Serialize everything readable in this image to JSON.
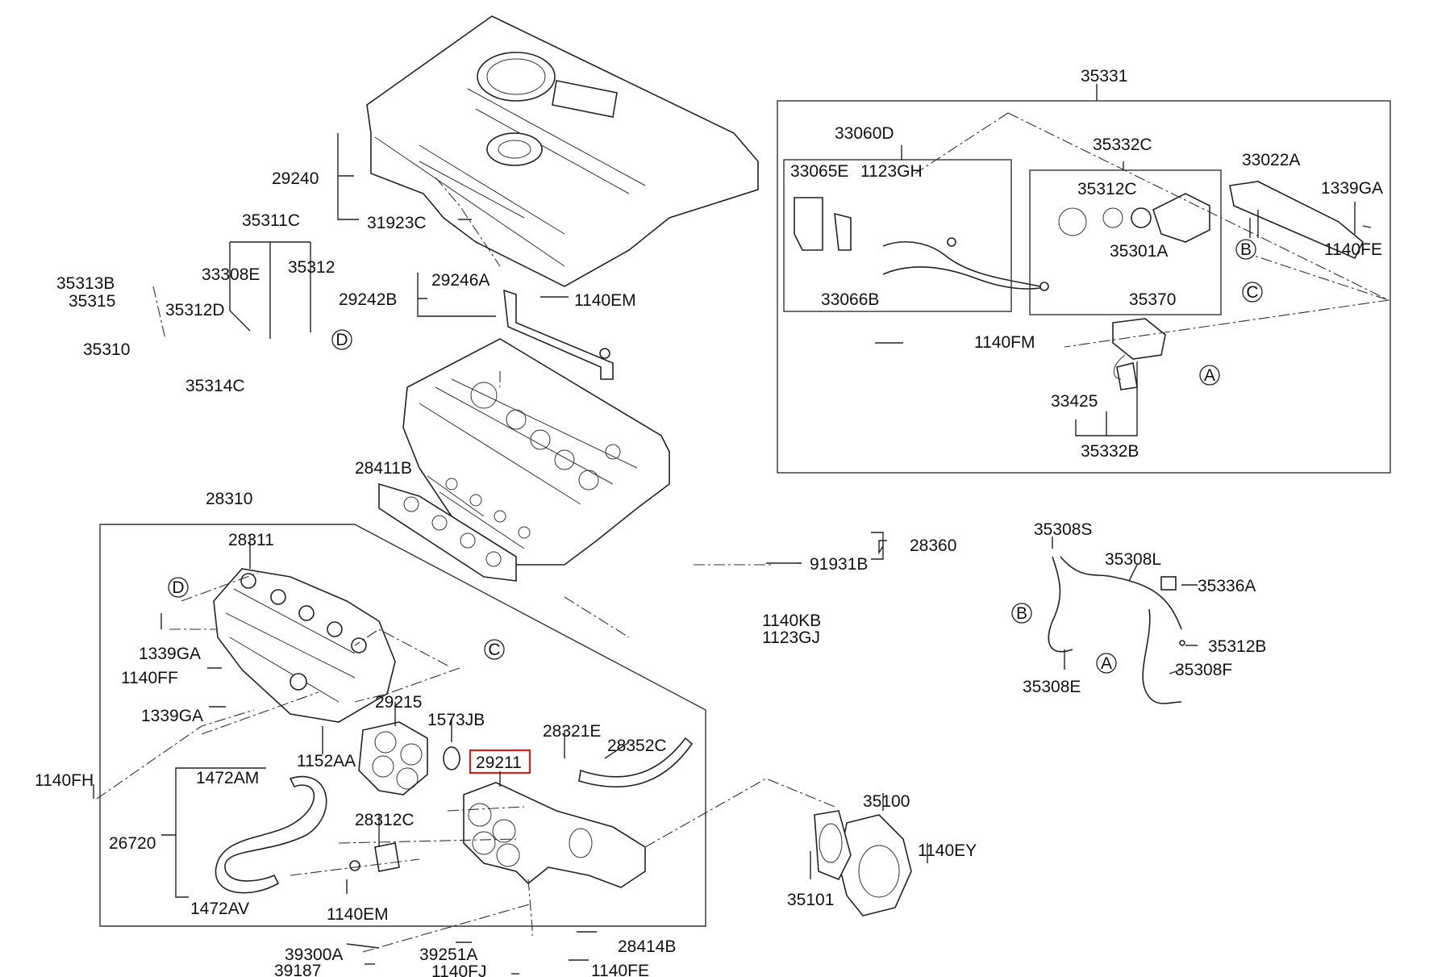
{
  "diagram": {
    "highlight_color": "#d4221c",
    "highlighted_part": "29211",
    "callouts": {
      "A": "A",
      "B": "B",
      "C": "C",
      "D": "D"
    },
    "labels": {
      "p35331": "35331",
      "p29240": "29240",
      "p31923C": "31923C",
      "p35311C": "35311C",
      "p33308E": "33308E",
      "p35312": "35312",
      "p35313B": "35313B",
      "p35315": "35315",
      "p35312D": "35312D",
      "p35310": "35310",
      "p35314C": "35314C",
      "p29246A": "29246A",
      "p29242B": "29242B",
      "p1140EM_top": "1140EM",
      "p33060D": "33060D",
      "p33065E": "33065E",
      "p1123GH": "1123GH",
      "p33066B": "33066B",
      "p35332C_top": "35332C",
      "p35312C": "35312C",
      "p35301A": "35301A",
      "p35370": "35370",
      "p33022A": "33022A",
      "p1339GA_top": "1339GA",
      "p1140FE_top": "1140FE",
      "p1140FM": "1140FM",
      "p33425": "33425",
      "p35332B": "35332B",
      "p28411B": "28411B",
      "p28310": "28310",
      "p28311": "28311",
      "p28360": "28360",
      "p91931B": "91931B",
      "p1140KB": "1140KB",
      "p1123GJ": "1123GJ",
      "p1339GA_mid": "1339GA",
      "p1140FF": "1140FF",
      "p1339GA_low": "1339GA",
      "p29215": "29215",
      "p1573JB": "1573JB",
      "p28321E": "28321E",
      "p28352C": "28352C",
      "p1152AA": "1152AA",
      "p29211": "29211",
      "p1140FH": "1140FH",
      "p1472AM": "1472AM",
      "p26720": "26720",
      "p28312C": "28312C",
      "p1472AV": "1472AV",
      "p1140EM_low": "1140EM",
      "p35100": "35100",
      "p1140EY": "1140EY",
      "p35101": "35101",
      "p39300A": "39300A",
      "p39251A": "39251A",
      "p28414B": "28414B",
      "p39187": "39187",
      "p1140FE_low": "1140FE",
      "p1140FJ": "1140FJ",
      "p35308S": "35308S",
      "p35308L": "35308L",
      "p35336A": "35336A",
      "p35312B": "35312B",
      "p35308E": "35308E",
      "p35308F": "35308F"
    }
  }
}
